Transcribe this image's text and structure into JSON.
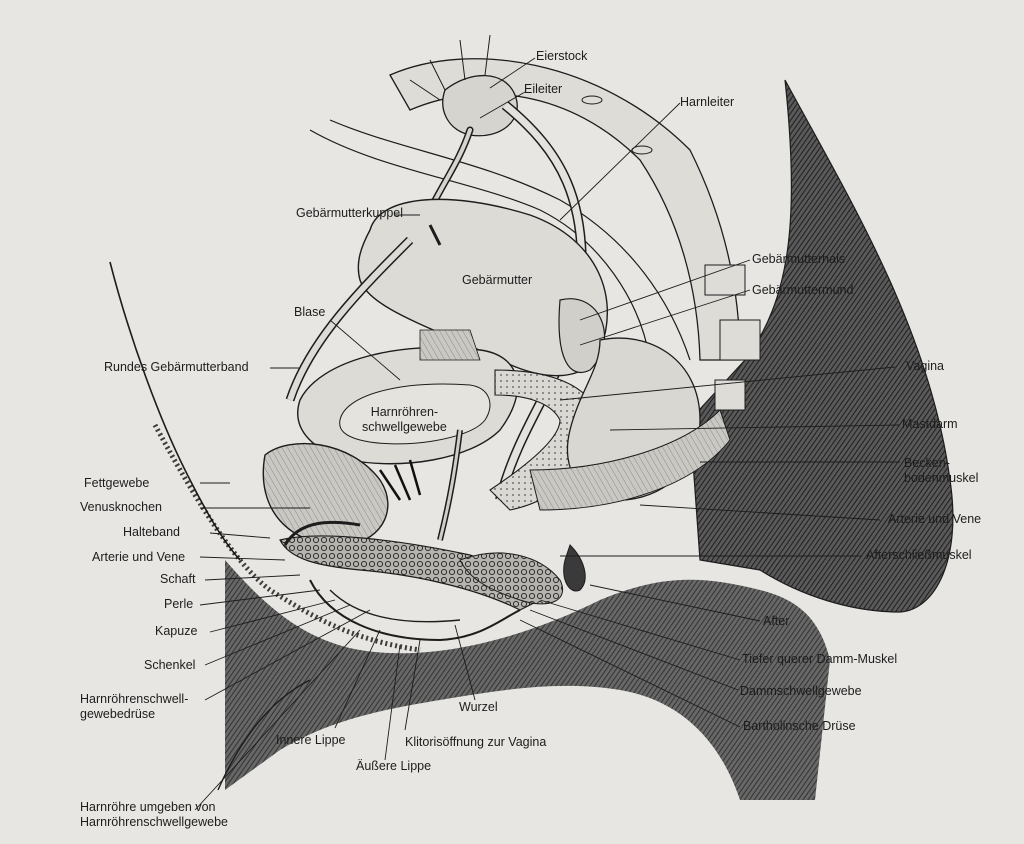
{
  "labels": {
    "eierstock": "Eierstock",
    "eileiter": "Eileiter",
    "harnleiter": "Harnleiter",
    "gebaermutterkuppel": "Gebärmutterkuppel",
    "gebaermutter": "Gebärmutter",
    "gebaermutterhals": "Gebärmutterhals",
    "gebaermuttermund": "Gebärmuttermund",
    "blase": "Blase",
    "rundes_gebaermutterband": "Rundes Gebärmutterband",
    "vagina": "Vagina",
    "harnroehrenschwellgewebe_inner": "Harnröhren-\nschwellgewebe",
    "mastdarm": "Mastdarm",
    "beckenbodenmuskel": "Becken-\nbodenmuskel",
    "fettgewebe": "Fettgewebe",
    "venusknochen": "Venusknochen",
    "arterie_und_vene_right": "Arterie und Vene",
    "halteband": "Halteband",
    "arterie_und_vene_left": "Arterie und Vene",
    "afterschliessmuskel": "Afterschließmuskel",
    "schaft": "Schaft",
    "perle": "Perle",
    "after": "After",
    "kapuze": "Kapuze",
    "tiefer_querer_damm_muskel": "Tiefer querer Damm-Muskel",
    "schenkel": "Schenkel",
    "dammschwellgewebe": "Dammschwellgewebe",
    "harnroehrenschwellgewebedruese": "Harnröhrenschwell-\ngewebedrüse",
    "wurzel": "Wurzel",
    "bartholinsche_druese": "Bartholinsche Drüse",
    "innere_lippe": "Innere Lippe",
    "klitorisoeffnung": "Klitorisöffnung zur Vagina",
    "aeussere_lippe": "Äußere Lippe",
    "harnroehre_umgeben": "Harnröhre umgeben von\nHarnröhrenschwellgewebe"
  },
  "colors": {
    "paper": "#e7e6e2",
    "ink": "#1d1d1d",
    "shade_dark": "#2a2a2a",
    "shade_mid": "#6a6a6a",
    "organ_fill": "#dcdbd6"
  }
}
